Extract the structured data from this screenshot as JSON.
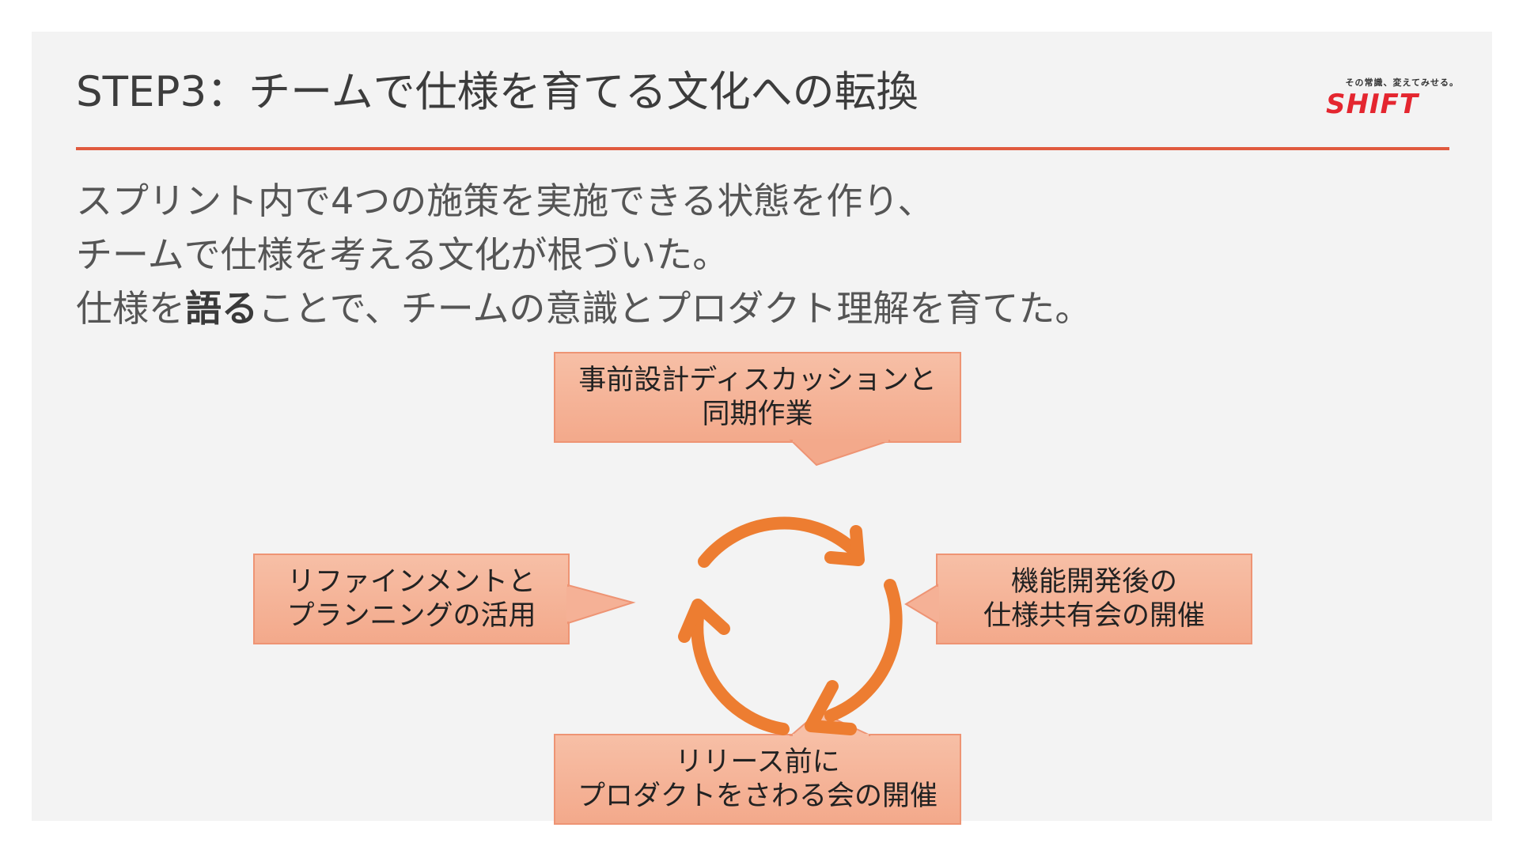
{
  "title": "STEP3：チームで仕様を育てる文化への転換",
  "logo": {
    "tagline": "その常識、変えてみせる。",
    "wordmark": "SHIFT"
  },
  "body": {
    "line1": "スプリント内で4つの施策を実施できる状態を作り、",
    "line2": "チームで仕様を考える文化が根づいた。",
    "line3_pre": "仕様を",
    "line3_bold": "語る",
    "line3_post": "ことで、チームの意識とプロダクト理解を育てた。"
  },
  "callouts": {
    "top": {
      "line1": "事前設計ディスカッションと",
      "line2": "同期作業"
    },
    "right": {
      "line1": "機能開発後の",
      "line2": "仕様共有会の開催"
    },
    "bottom": {
      "line1": "リリース前に",
      "line2": "プロダクトをさわる会の開催"
    },
    "left": {
      "line1": "リファインメントと",
      "line2": "プランニングの活用"
    }
  },
  "colors": {
    "accent_rule": "#e05a3e",
    "logo_red": "#e4262f",
    "callout_fill": "#f5b196",
    "cycle_arrow": "#ed7d31"
  },
  "icons": [
    "cycle-arrows-icon"
  ]
}
